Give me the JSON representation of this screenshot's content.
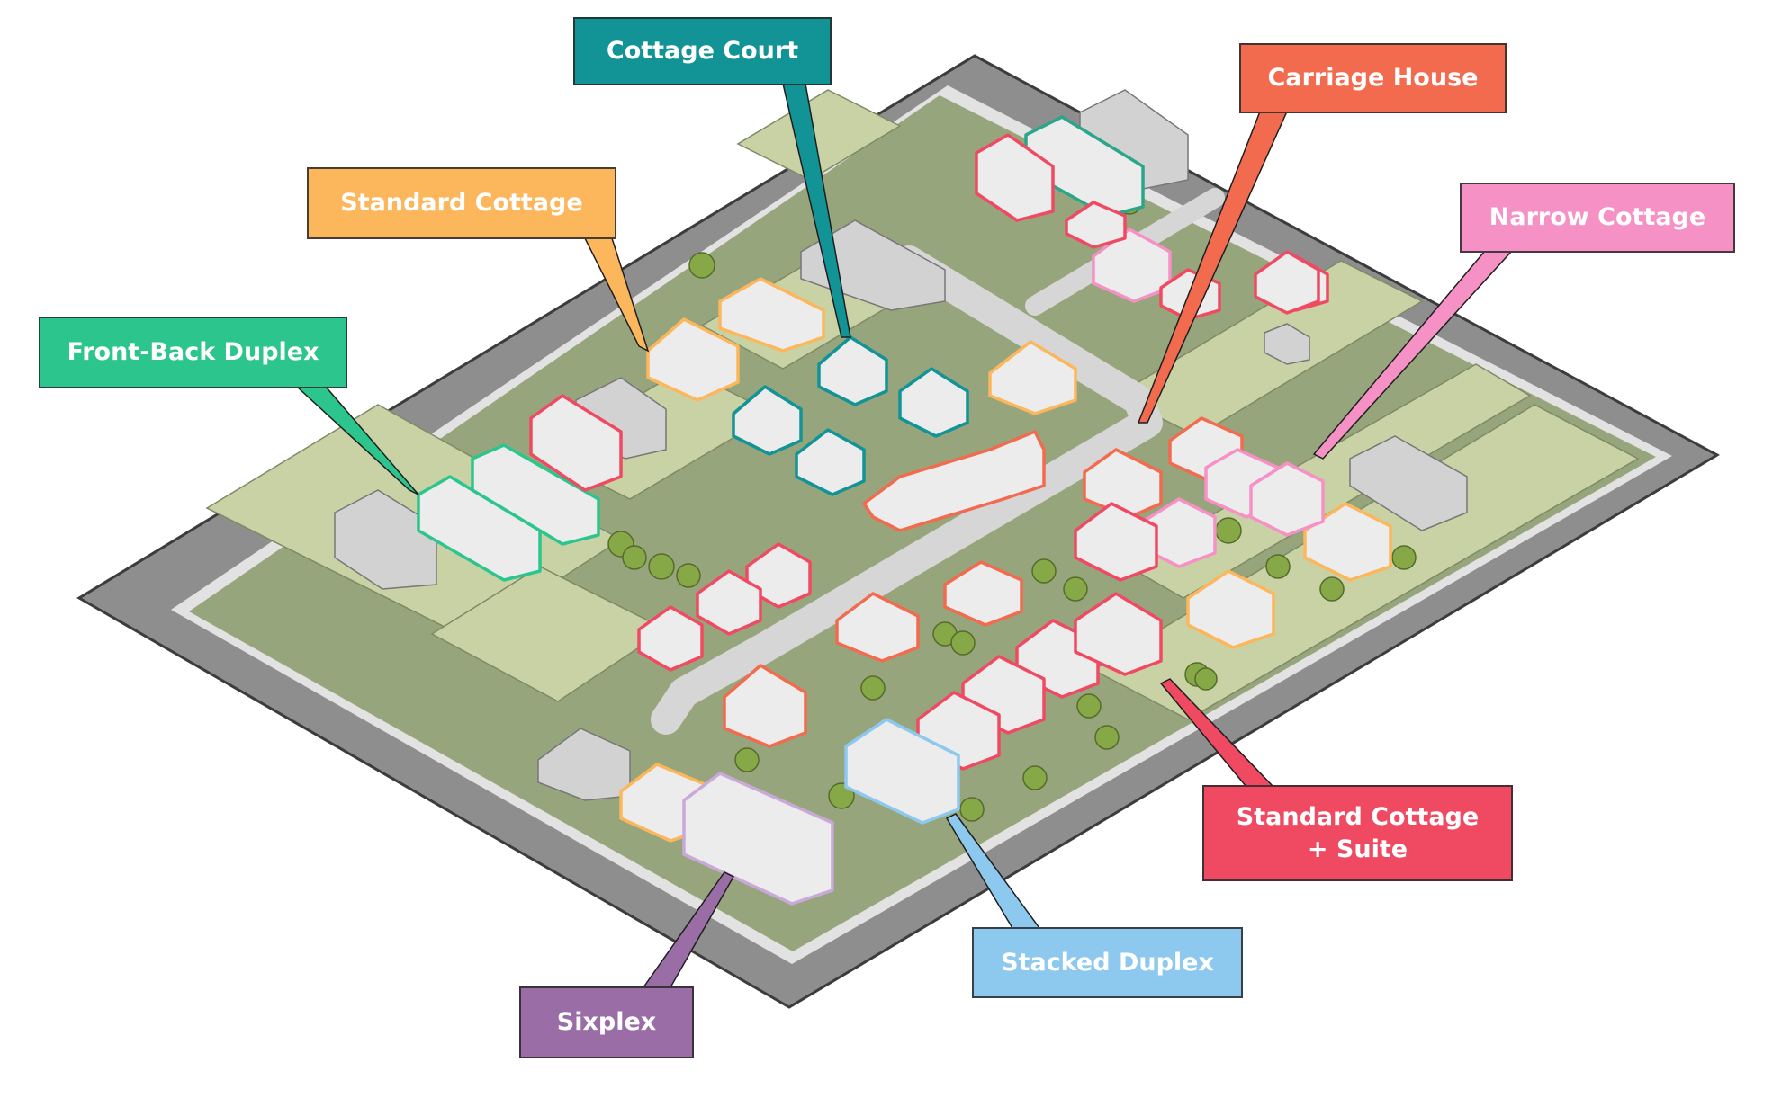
{
  "legend": [
    {
      "key": "cottage_court",
      "label": "Cottage Court",
      "color": "#129396"
    },
    {
      "key": "carriage_house",
      "label": "Carriage House",
      "color": "#f26b4f"
    },
    {
      "key": "standard_cottage",
      "label": "Standard Cottage",
      "color": "#fcb75c"
    },
    {
      "key": "narrow_cottage",
      "label": "Narrow Cottage",
      "color": "#f691c6"
    },
    {
      "key": "front_back_duplex",
      "label": "Front-Back Duplex",
      "color": "#2cc58d"
    },
    {
      "key": "standard_cottage_suite",
      "label": "Standard Cottage\n+ Suite",
      "color": "#f04a63"
    },
    {
      "key": "stacked_duplex",
      "label": "Stacked Duplex",
      "color": "#8dc8ef"
    },
    {
      "key": "sixplex",
      "label": "Sixplex",
      "color": "#9a6da6"
    }
  ],
  "palette": {
    "street": "#8e8e8e",
    "street_edge": "#3c3c3c",
    "curb": "#e2e2e2",
    "lawn_light": "#c9d2a4",
    "lawn_dark": "#97a57c",
    "house_wall": "#ececec",
    "house_roof": "#ffffff",
    "existing_house": "#d2d2d2",
    "tree": "#86a846"
  }
}
